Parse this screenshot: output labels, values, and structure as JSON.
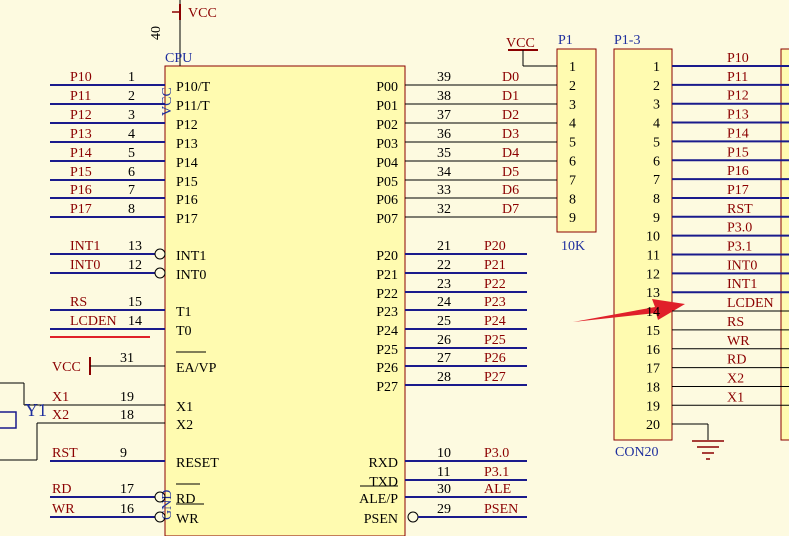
{
  "colors": {
    "background": "#fdfae0",
    "component_fill": "#fffbb0",
    "net_label": "#8b0000",
    "wire": "#1a1a8c",
    "designator": "#1f2f9e",
    "highlight": "#e0202a"
  },
  "power": {
    "vcc": "VCC",
    "vcc_pin": "40",
    "vcc_vertical": "VCC",
    "gnd_vertical": "GND"
  },
  "cpu": {
    "designator": "CPU",
    "left_pins": [
      {
        "num": "1",
        "name": "P10/T",
        "net": "P10"
      },
      {
        "num": "2",
        "name": "P11/T",
        "net": "P11"
      },
      {
        "num": "3",
        "name": "P12",
        "net": "P12"
      },
      {
        "num": "4",
        "name": "P13",
        "net": "P13"
      },
      {
        "num": "5",
        "name": "P14",
        "net": "P14"
      },
      {
        "num": "6",
        "name": "P15",
        "net": "P15"
      },
      {
        "num": "7",
        "name": "P16",
        "net": "P16"
      },
      {
        "num": "8",
        "name": "P17",
        "net": "P17"
      },
      {
        "num": "13",
        "name": "INT1",
        "net": "INT1"
      },
      {
        "num": "12",
        "name": "INT0",
        "net": "INT0"
      },
      {
        "num": "15",
        "name": "T1",
        "net": "RS"
      },
      {
        "num": "14",
        "name": "T0",
        "net": "LCDEN"
      },
      {
        "num": "31",
        "name": "EA/VP",
        "net": "VCC"
      },
      {
        "num": "19",
        "name": "X1",
        "net": "X1"
      },
      {
        "num": "18",
        "name": "X2",
        "net": "X2"
      },
      {
        "num": "9",
        "name": "RESET",
        "net": "RST"
      },
      {
        "num": "17",
        "name": "RD",
        "net": "RD"
      },
      {
        "num": "16",
        "name": "WR",
        "net": "WR"
      }
    ],
    "right_pins": [
      {
        "num": "39",
        "name": "P00",
        "net": "D0"
      },
      {
        "num": "38",
        "name": "P01",
        "net": "D1"
      },
      {
        "num": "37",
        "name": "P02",
        "net": "D2"
      },
      {
        "num": "36",
        "name": "P03",
        "net": "D3"
      },
      {
        "num": "35",
        "name": "P04",
        "net": "D4"
      },
      {
        "num": "34",
        "name": "P05",
        "net": "D5"
      },
      {
        "num": "33",
        "name": "P06",
        "net": "D6"
      },
      {
        "num": "32",
        "name": "P07",
        "net": "D7"
      },
      {
        "num": "21",
        "name": "P20",
        "net": "P20"
      },
      {
        "num": "22",
        "name": "P21",
        "net": "P21"
      },
      {
        "num": "23",
        "name": "P22",
        "net": "P22"
      },
      {
        "num": "24",
        "name": "P23",
        "net": "P23"
      },
      {
        "num": "25",
        "name": "P24",
        "net": "P24"
      },
      {
        "num": "26",
        "name": "P25",
        "net": "P25"
      },
      {
        "num": "27",
        "name": "P26",
        "net": "P26"
      },
      {
        "num": "28",
        "name": "P27",
        "net": "P27"
      },
      {
        "num": "10",
        "name": "RXD",
        "net": "P3.0"
      },
      {
        "num": "11",
        "name": "TXD",
        "net": "P3.1"
      },
      {
        "num": "30",
        "name": "ALE/P",
        "net": "ALE"
      },
      {
        "num": "29",
        "name": "PSEN",
        "net": "PSEN"
      }
    ]
  },
  "crystal": {
    "designator": "Y1"
  },
  "p1": {
    "designator": "P1",
    "vcc": "VCC",
    "value": "10K",
    "pins": [
      "1",
      "2",
      "3",
      "4",
      "5",
      "6",
      "7",
      "8",
      "9"
    ]
  },
  "p13": {
    "designator": "P1-3",
    "value": "CON20",
    "pins": [
      "1",
      "2",
      "3",
      "4",
      "5",
      "6",
      "7",
      "8",
      "9",
      "10",
      "11",
      "12",
      "13",
      "14",
      "15",
      "16",
      "17",
      "18",
      "19",
      "20"
    ],
    "nets": [
      "P10",
      "P11",
      "P12",
      "P13",
      "P14",
      "P15",
      "P16",
      "P17",
      "RST",
      "P3.0",
      "P3.1",
      "INT0",
      "INT1",
      "LCDEN",
      "RS",
      "WR",
      "RD",
      "X2",
      "X1"
    ]
  }
}
